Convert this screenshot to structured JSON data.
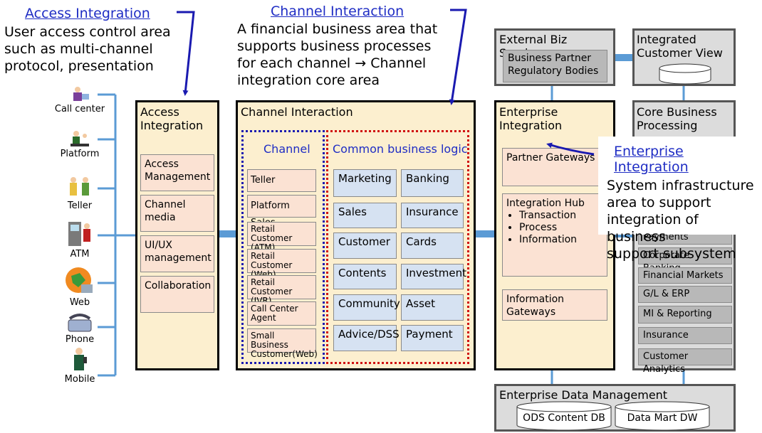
{
  "annotations": {
    "access": {
      "title": "Access Integration",
      "lines": [
        "User access control area",
        "such as multi-channel",
        "protocol, presentation"
      ]
    },
    "channel": {
      "title": "Channel Interaction",
      "lines": [
        "A financial business area that",
        "supports business processes",
        "for each channel → Channel",
        "integration core area"
      ]
    },
    "enterprise": {
      "title": "Enterprise Integration",
      "lines": [
        "System infrastructure",
        "area to support",
        "integration of business",
        "support subsystem"
      ]
    }
  },
  "channels": [
    {
      "label": "Call center",
      "icon": "call-center-icon"
    },
    {
      "label": "Platform",
      "icon": "platform-icon"
    },
    {
      "label": "Teller",
      "icon": "teller-icon"
    },
    {
      "label": "ATM",
      "icon": "atm-icon"
    },
    {
      "label": "Web",
      "icon": "web-icon"
    },
    {
      "label": "Phone",
      "icon": "phone-icon"
    },
    {
      "label": "Mobile",
      "icon": "mobile-icon"
    }
  ],
  "access_integration": {
    "title_l1": "Access",
    "title_l2": "Integration",
    "items": [
      {
        "l1": "Access",
        "l2": "Management"
      },
      {
        "l1": "Channel",
        "l2": "media"
      },
      {
        "l1": "UI/UX",
        "l2": "management"
      },
      {
        "l1": "Collaboration",
        "l2": ""
      }
    ]
  },
  "channel_interaction": {
    "title": "Channel Interaction",
    "channel_title": "Channel",
    "channel_items": [
      {
        "l1": "Teller",
        "l2": ""
      },
      {
        "l1": "Platform Sales",
        "l2": ""
      },
      {
        "l1": "Retail Customer",
        "l2": "(ATM)"
      },
      {
        "l1": "Retail Customer",
        "l2": "(Web)"
      },
      {
        "l1": "Retail Customer",
        "l2": "(IVR)"
      },
      {
        "l1": "Call Center",
        "l2": "Agent"
      },
      {
        "l1": "Small Business",
        "l2": "Customer(Web)"
      }
    ],
    "common_title": "Common business logic",
    "common_items": [
      "Marketing",
      "Banking",
      "Sales",
      "Insurance",
      "Customer",
      "Cards",
      "Contents",
      "Investment",
      "Community",
      "Asset",
      "Advice/DSS",
      "Payment"
    ]
  },
  "external_biz": {
    "title": "External Biz Services",
    "l1": "Business Partner",
    "l2": "Regulatory Bodies"
  },
  "integrated_view": {
    "title_l1": "Integrated",
    "title_l2": "Customer View"
  },
  "enterprise_integration": {
    "title_l1": "Enterprise",
    "title_l2": "Integration",
    "partner": "Partner Gateways",
    "hub_title": "Integration Hub",
    "hub_items": [
      "Transaction",
      "Process",
      "Information"
    ],
    "info_l1": "Information",
    "info_l2": "Gateways"
  },
  "core_business": {
    "title_l1": "Core Business",
    "title_l2": "Processing",
    "items": [
      "Payments",
      "Corporate Banking",
      "Financial Markets",
      "G/L & ERP",
      "MI & Reporting",
      "Insurance",
      "Customer Analytics"
    ]
  },
  "data_mgmt": {
    "title": "Enterprise Data Management",
    "db1": "ODS Content DB",
    "db2": "Data Mart DW"
  },
  "colors": {
    "annotation_blue": "#1f2dc4",
    "panel_fill": "#fcefcf",
    "sub_fill": "#fbe2d3",
    "logic_fill": "#d6e2f2",
    "connector": "#5b9bd5"
  }
}
